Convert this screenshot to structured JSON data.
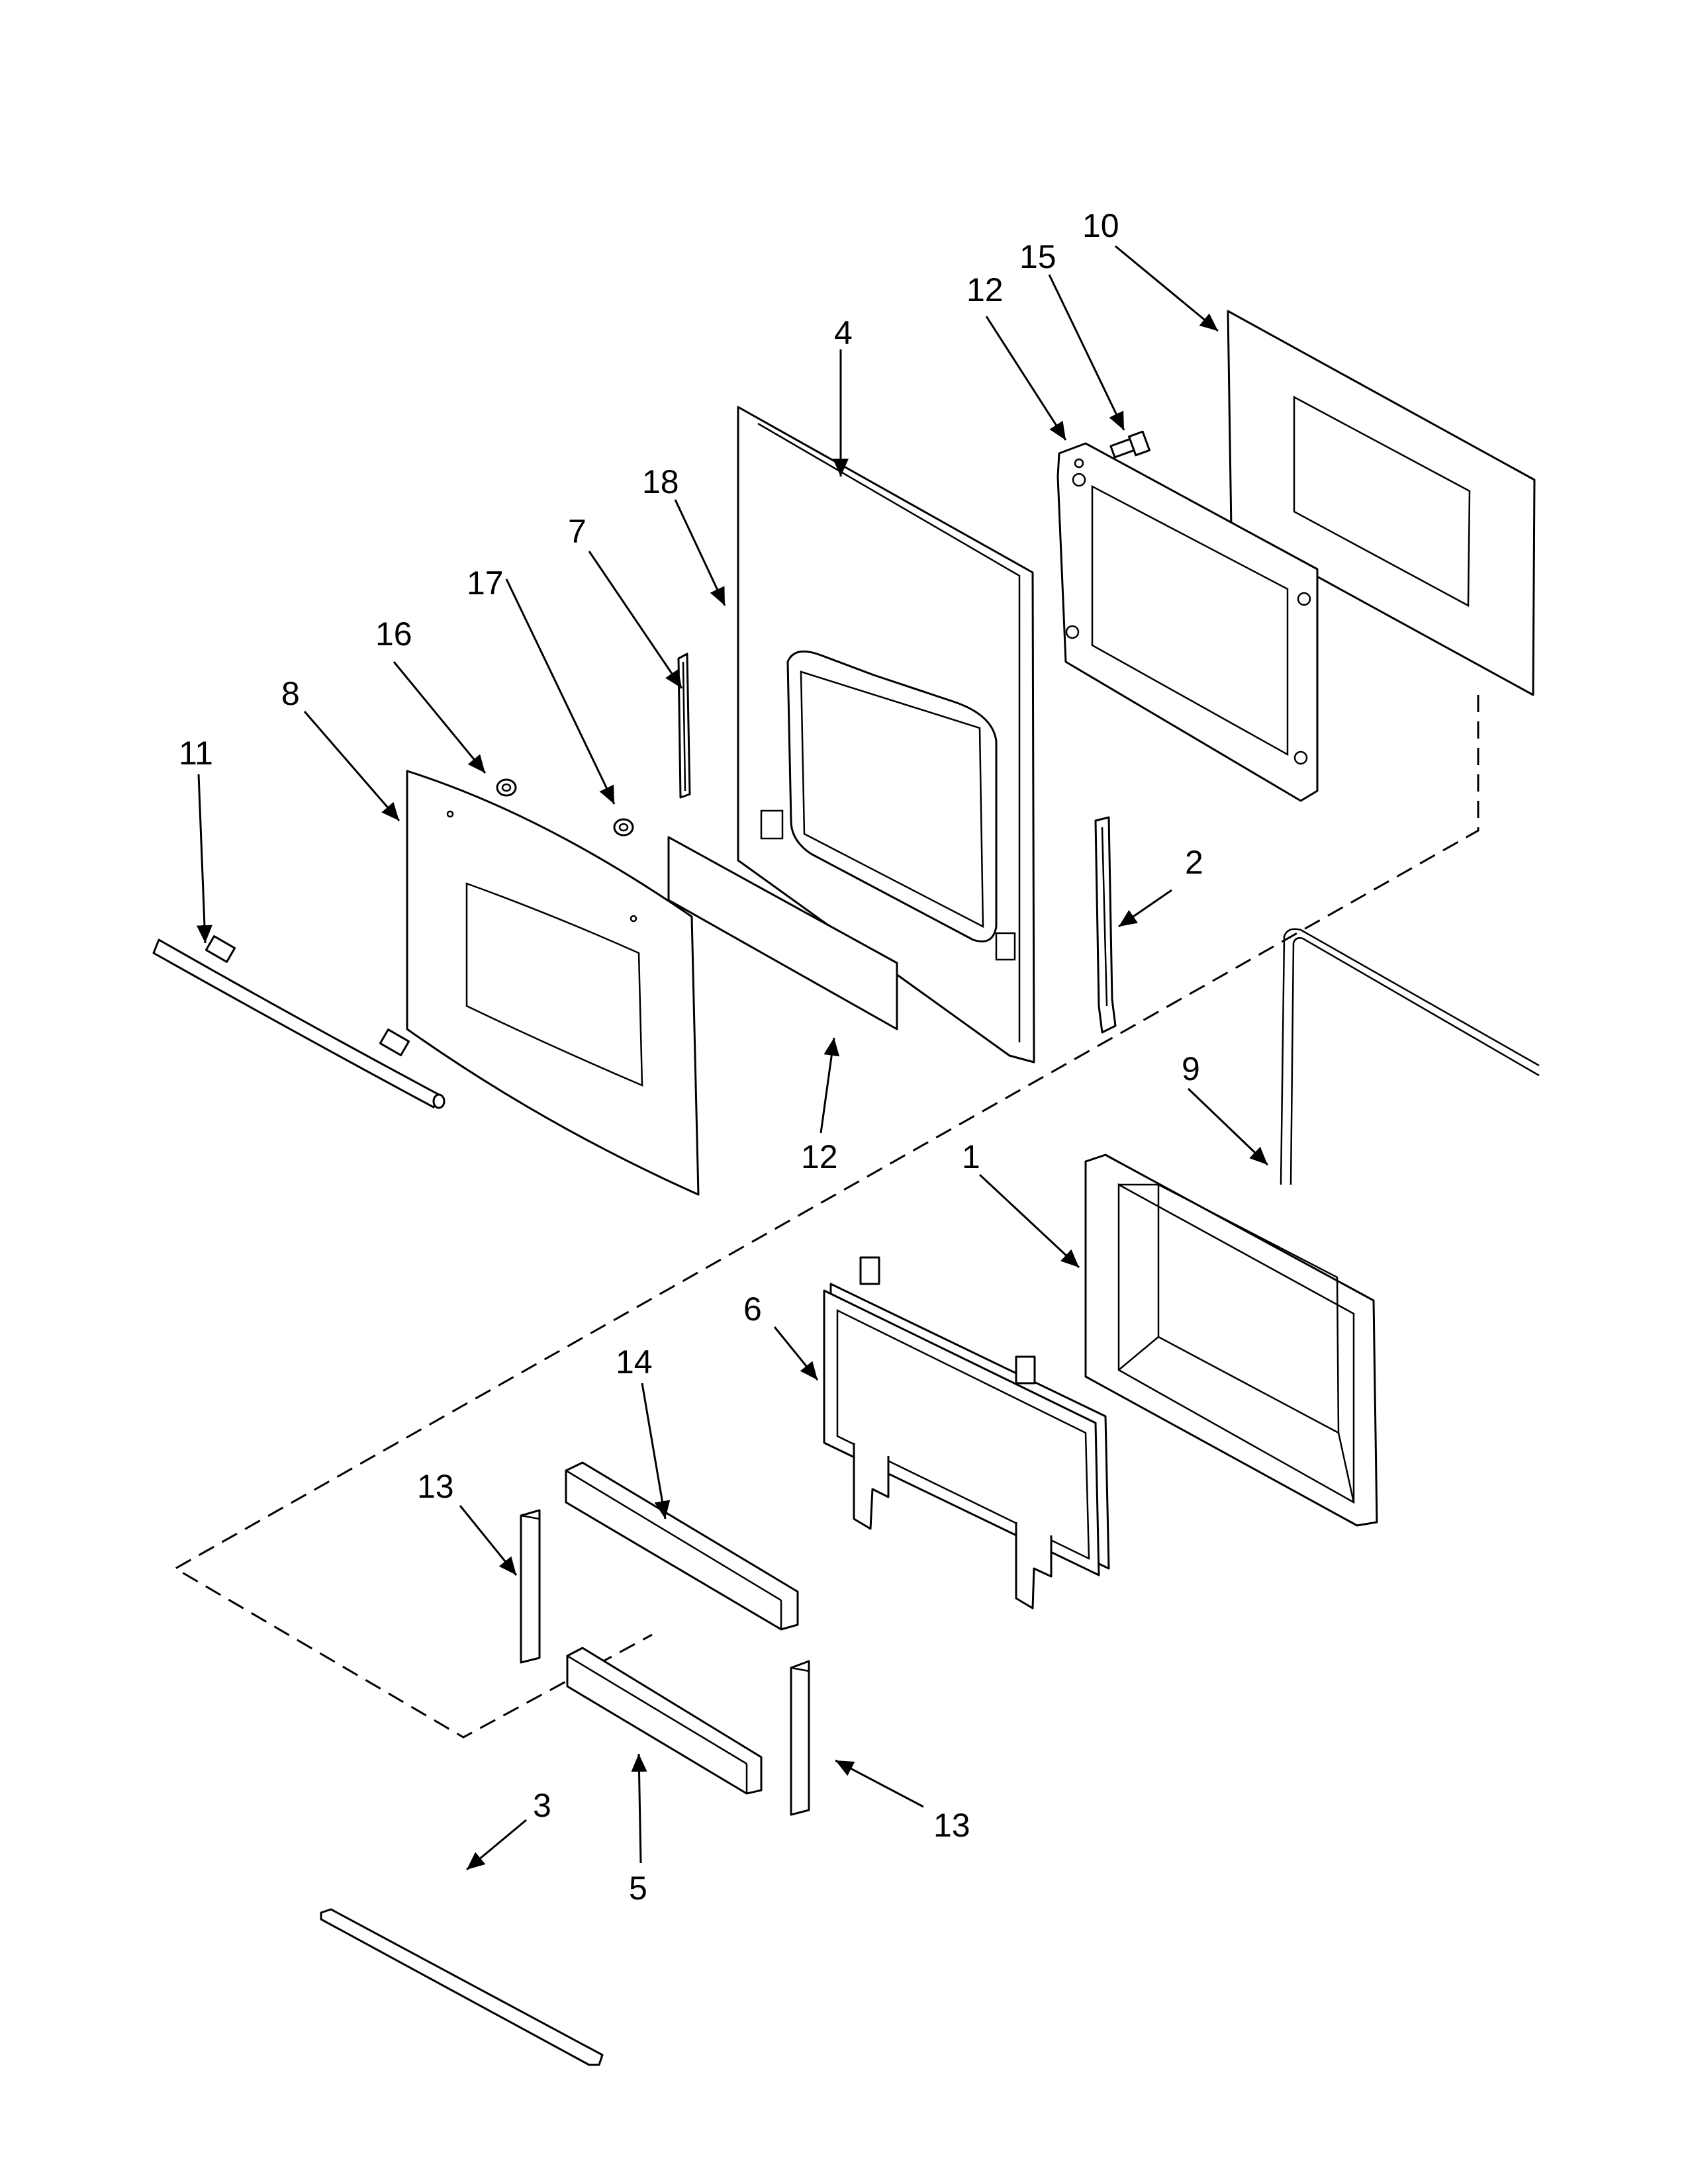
{
  "diagram": {
    "type": "exploded-parts-view",
    "callouts": [
      {
        "key": "c10",
        "label": "10"
      },
      {
        "key": "c15",
        "label": "15"
      },
      {
        "key": "c12a",
        "label": "12"
      },
      {
        "key": "c4",
        "label": "4"
      },
      {
        "key": "c18",
        "label": "18"
      },
      {
        "key": "c7",
        "label": "7"
      },
      {
        "key": "c17",
        "label": "17"
      },
      {
        "key": "c16",
        "label": "16"
      },
      {
        "key": "c8",
        "label": "8"
      },
      {
        "key": "c11",
        "label": "11"
      },
      {
        "key": "c2",
        "label": "2"
      },
      {
        "key": "c12b",
        "label": "12"
      },
      {
        "key": "c9",
        "label": "9"
      },
      {
        "key": "c1",
        "label": "1"
      },
      {
        "key": "c6",
        "label": "6"
      },
      {
        "key": "c14",
        "label": "14"
      },
      {
        "key": "c13a",
        "label": "13"
      },
      {
        "key": "c3",
        "label": "3"
      },
      {
        "key": "c5",
        "label": "5"
      },
      {
        "key": "c13b",
        "label": "13"
      }
    ]
  }
}
